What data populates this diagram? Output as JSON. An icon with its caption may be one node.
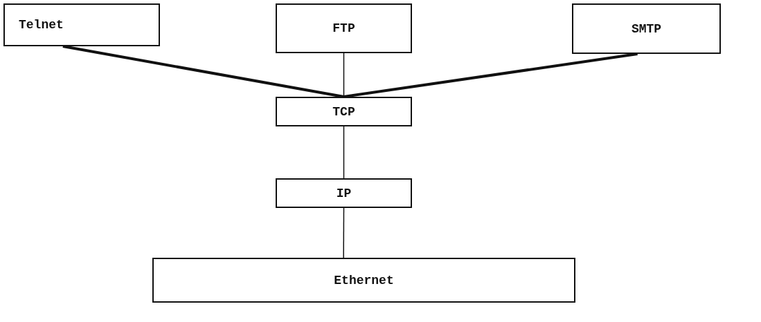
{
  "diagram": {
    "nodes": [
      {
        "text": [
          "Telnet"
        ]
      },
      {
        "text": [
          "FTP"
        ]
      },
      {
        "text": [
          "SMTP"
        ]
      },
      {
        "text": [
          "TCP"
        ]
      },
      {
        "text": [
          "IP"
        ]
      },
      {
        "text": [
          "Ethernet"
        ]
      }
    ],
    "edges": [
      {
        "from": 0,
        "to": 3,
        "arrow": "none",
        "style": "thick"
      },
      {
        "from": 1,
        "to": 3,
        "arrow": "none"
      },
      {
        "from": 2,
        "to": 3,
        "arrow": "none",
        "style": "thick"
      },
      {
        "from": 3,
        "to": 4,
        "arrow": "none"
      },
      {
        "from": 4,
        "to": 5,
        "arrow": "none"
      }
    ]
  }
}
